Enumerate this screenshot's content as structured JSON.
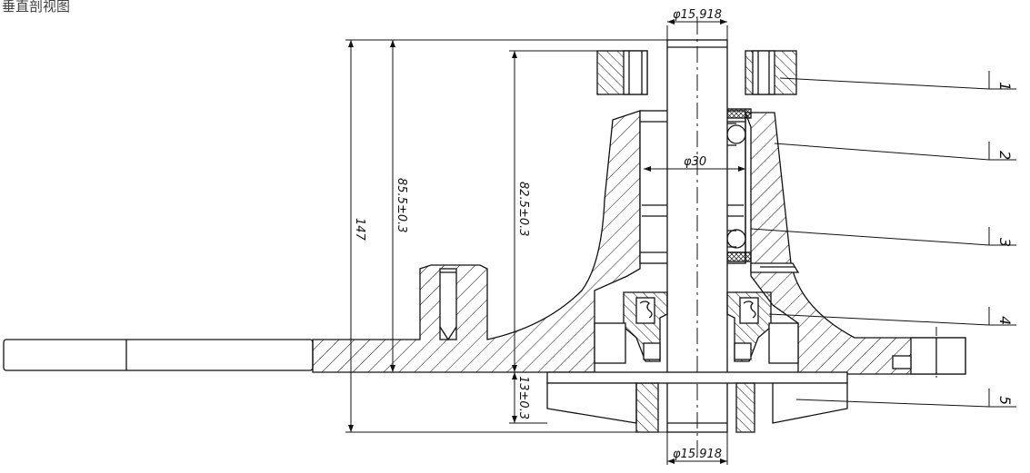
{
  "header": {
    "text": "垂直剖视图"
  },
  "dimensions": {
    "shaft_diameter_top": "φ15.918",
    "shaft_diameter_bottom": "φ15.918",
    "bore_diameter": "φ30",
    "overall_height": "147",
    "height_to_flange": "85.5±0.3",
    "height_to_bearing": "82.5±0.3",
    "impeller_offset": "13±0.3"
  },
  "parts": [
    {
      "number": "1"
    },
    {
      "number": "2"
    },
    {
      "number": "3"
    },
    {
      "number": "4"
    },
    {
      "number": "5"
    }
  ],
  "colors": {
    "line": "#111111",
    "background": "#ffffff"
  }
}
